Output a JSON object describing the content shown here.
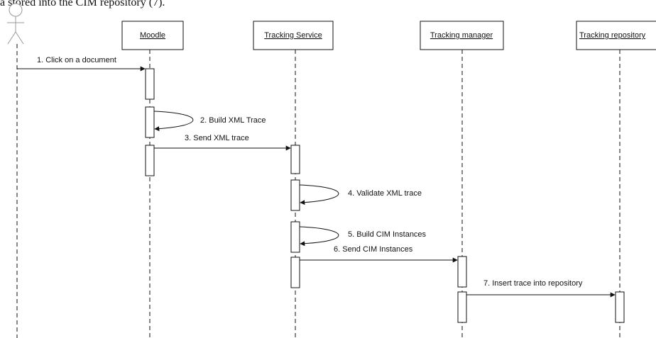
{
  "caption_fragment": "a stored into the CIM repository (7).",
  "actor": {
    "icon": "stick-figure-icon"
  },
  "participants": [
    {
      "id": "moodle",
      "label": "Moodle"
    },
    {
      "id": "tracking-service",
      "label": "Tracking Service"
    },
    {
      "id": "tracking-manager",
      "label": "Tracking manager"
    },
    {
      "id": "tracking-repository",
      "label": "Tracking repository"
    }
  ],
  "messages": [
    {
      "label": "1. Click on a document",
      "from": "actor",
      "to": "moodle"
    },
    {
      "label": "2. Build XML Trace",
      "from": "moodle",
      "to": "moodle"
    },
    {
      "label": "3. Send XML trace",
      "from": "moodle",
      "to": "tracking-service"
    },
    {
      "label": "4. Validate XML trace",
      "from": "tracking-service",
      "to": "tracking-service"
    },
    {
      "label": "5. Build CIM Instances",
      "from": "tracking-service",
      "to": "tracking-service"
    },
    {
      "label": "6. Send CIM Instances",
      "from": "tracking-service",
      "to": "tracking-manager"
    },
    {
      "label": "7. Insert trace into repository",
      "from": "tracking-manager",
      "to": "tracking-repository"
    }
  ]
}
